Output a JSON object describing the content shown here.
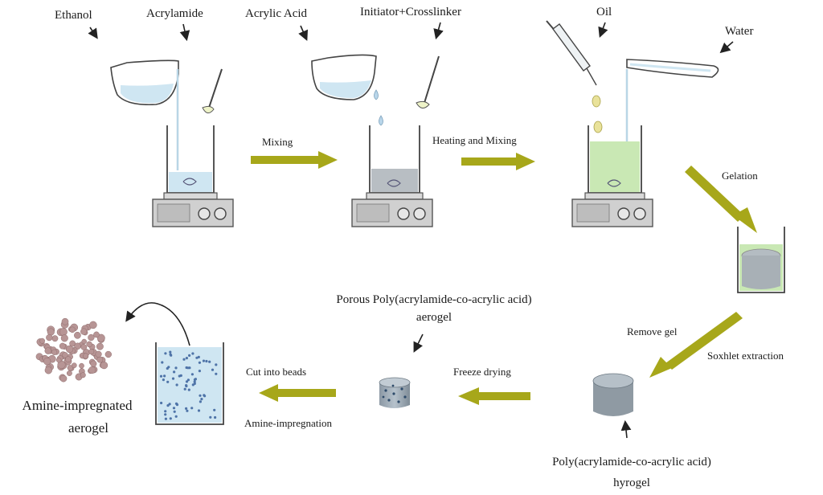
{
  "reagents": {
    "ethanol": "Ethanol",
    "acrylamide": "Acrylamide",
    "acrylic_acid": "Acrylic Acid",
    "initiator": "Initiator+Crosslinker",
    "oil": "Oil",
    "water": "Water"
  },
  "steps": {
    "mixing": "Mixing",
    "heating_mixing": "Heating and Mixing",
    "gelation": "Gelation",
    "remove_gel": "Remove gel",
    "soxhlet": "Soxhlet extraction",
    "freeze_drying": "Freeze drying",
    "cut_beads": "Cut into beads",
    "amine_impregnation": "Amine-impregnation"
  },
  "products": {
    "aerogel_line1": "Porous Poly(acrylamide-co-acrylic acid)",
    "aerogel_line2": "aerogel",
    "hydrogel_line1": "Poly(acrylamide-co-acrylic acid)",
    "hydrogel_line2": "hyrogel",
    "amine_line1": "Amine-impregnated",
    "amine_line2": "aerogel"
  },
  "colors": {
    "arrow": "#a7a71a",
    "liquid_blue": "#cfe6f2",
    "liquid_green": "#c9e8b4",
    "gel_grey": "#a8b0b6",
    "particle": "#b79595"
  }
}
